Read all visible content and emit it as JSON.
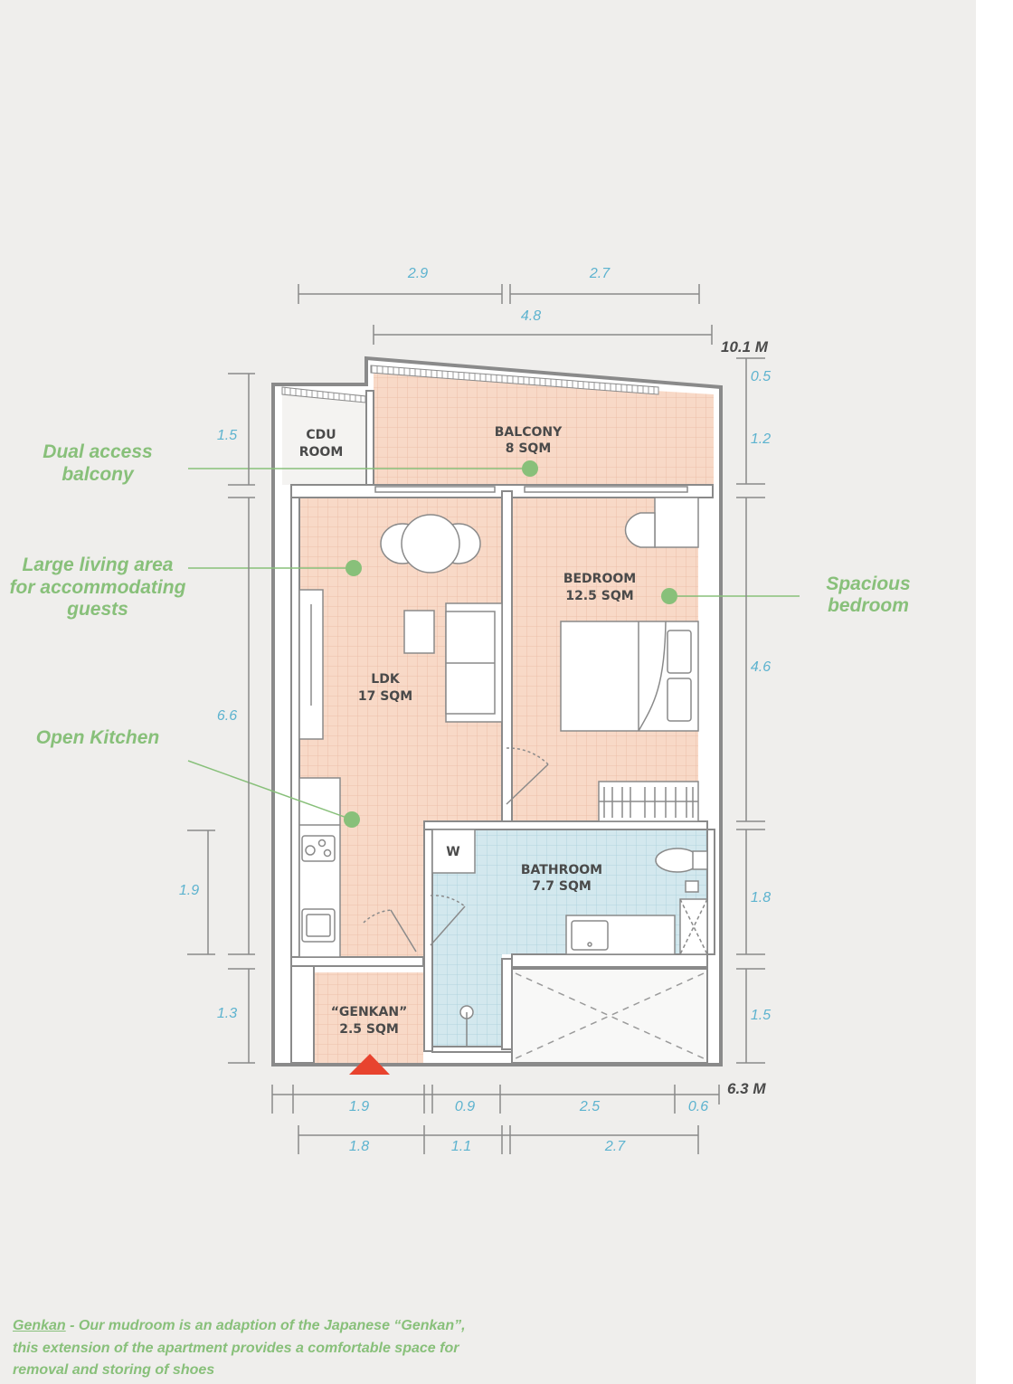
{
  "rooms": {
    "balcony": {
      "name": "BALCONY",
      "area": "8 SQM"
    },
    "cdu": {
      "line1": "CDU",
      "line2": "ROOM"
    },
    "ldk": {
      "name": "LDK",
      "area": "17 SQM"
    },
    "bedroom": {
      "name": "BEDROOM",
      "area": "12.5 SQM"
    },
    "bathroom": {
      "name": "BATHROOM",
      "area": "7.7 SQM"
    },
    "genkan": {
      "name": "“GENKAN”",
      "area": "2.5 SQM"
    },
    "washer": "W"
  },
  "callouts": {
    "balcony": [
      "Dual access",
      "balcony"
    ],
    "living": [
      "Large living area",
      "for accommodating",
      "guests"
    ],
    "kitchen": [
      "Open Kitchen"
    ],
    "bedroom": [
      "Spacious",
      "bedroom"
    ]
  },
  "dimensions": {
    "top_row1": [
      "2.9",
      "2.7"
    ],
    "top_row2": "4.8",
    "total_depth": "10.1 M",
    "total_width": "6.3 M",
    "right": [
      "0.5",
      "1.2",
      "4.6",
      "1.8",
      "1.5"
    ],
    "left": [
      "1.5",
      "6.6",
      "1.9",
      "1.3"
    ],
    "bottom_row1": [
      "1.9",
      "0.9",
      "2.5",
      "0.6"
    ],
    "bottom_row2": [
      "1.8",
      "1.1",
      "2.7"
    ]
  },
  "footnote": {
    "term": "Genkan",
    "text": " - Our mudroom is an adaption of the Japanese “Genkan”, this extension of the apartment provides a comfortable space for removal and storing of shoes"
  },
  "colors": {
    "room_fill": "#f8d9c7",
    "bath_fill": "#d3e8ee",
    "callout": "#88c07a",
    "dimension": "#5db3cf",
    "entry_marker": "#e8432e"
  }
}
